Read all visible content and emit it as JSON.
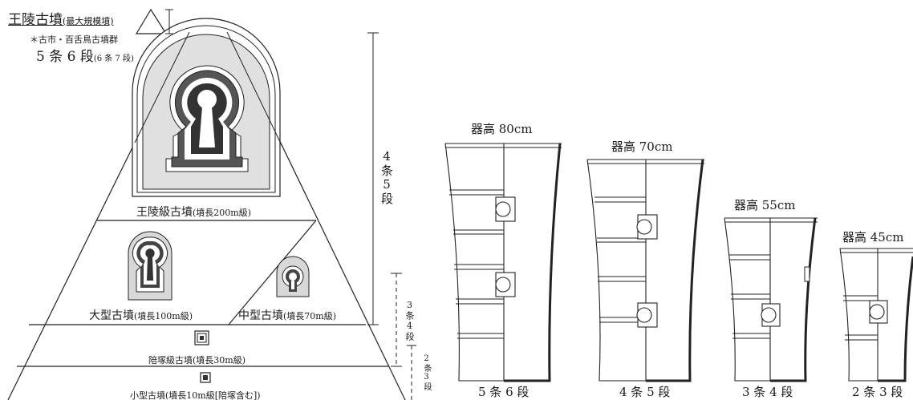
{
  "header": {
    "main_label": "王陵古墳",
    "main_sub": "(最大規模墳)",
    "group_note": "＊古市・百舌鳥古墳群",
    "stages_main": "5 条 6 段",
    "stages_sub": "(6 条 7 段)"
  },
  "pyramid": {
    "tier_royal": {
      "name": "王陵級古墳",
      "detail": "(墳長200m級)"
    },
    "tier_large": {
      "name": "大型古墳",
      "detail": "(墳長100m級)"
    },
    "tier_medium": {
      "name": "中型古墳",
      "detail": "(墳長70m級)"
    },
    "tier_satellite": {
      "name": "陪塚級古墳",
      "detail": "(墳長30m級)"
    },
    "tier_small": {
      "name": "小型古墳",
      "detail": "(墳長10m級[陪塚含む])"
    }
  },
  "scale_labels": {
    "royal": "4条5段",
    "mid": "3条4段",
    "low": "2条3段"
  },
  "vessels": [
    {
      "height_label": "器高 80cm",
      "stage_label": "5 条 6 段"
    },
    {
      "height_label": "器高 70cm",
      "stage_label": "4 条 5 段"
    },
    {
      "height_label": "器高 55cm",
      "stage_label": "3 条 4 段"
    },
    {
      "height_label": "器高 45cm",
      "stage_label": "2 条 3 段"
    }
  ]
}
